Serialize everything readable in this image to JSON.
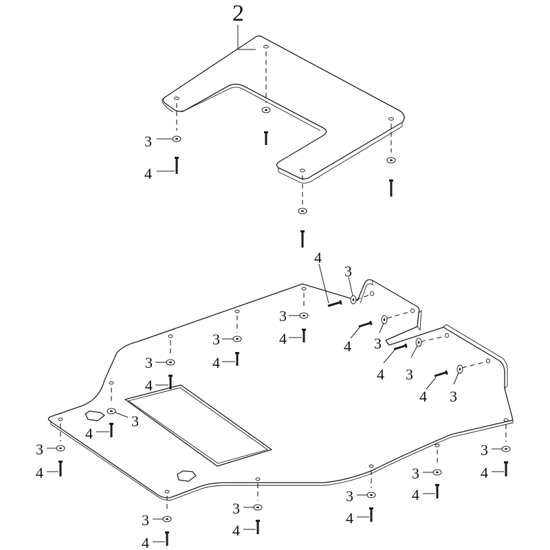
{
  "labels": {
    "part_2": "2",
    "part_3": "3",
    "part_4": "4"
  }
}
